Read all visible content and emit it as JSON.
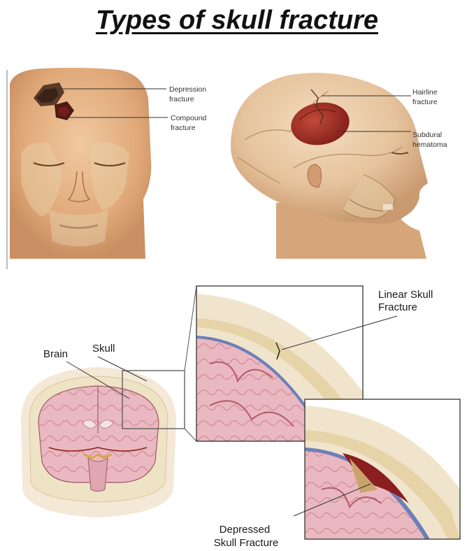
{
  "title": "Types of skull fracture",
  "labels": {
    "depression": [
      "Depression",
      "fracture"
    ],
    "compound": [
      "Compound",
      "fracture"
    ],
    "hairline": [
      "Hairline",
      "fracture"
    ],
    "subdural": [
      "Subdural",
      "hematoma"
    ],
    "linear": [
      "Linear Skull",
      "Fracture"
    ],
    "brain": "Brain",
    "skull": "Skull",
    "depressed": [
      "Depressed",
      "Skull Fracture"
    ]
  },
  "colors": {
    "skin": "#e7b98f",
    "skin_shadow": "#c98f62",
    "bone": "#efe3c5",
    "brain": "#e9b9c0",
    "brain_dark": "#b55a6a",
    "blood": "#8b1e1e",
    "hematoma": "#9b2a22"
  }
}
